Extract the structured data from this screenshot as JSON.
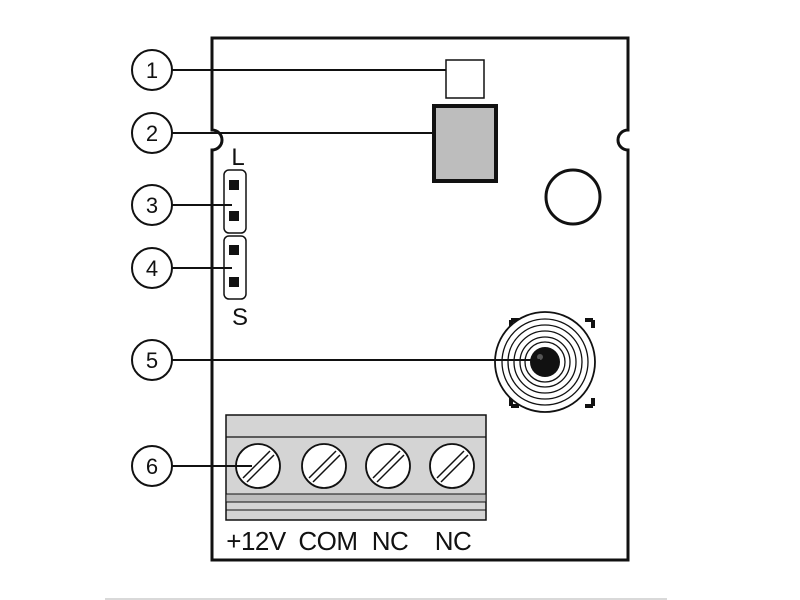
{
  "callouts": [
    {
      "number": "1",
      "target": "small-square-component"
    },
    {
      "number": "2",
      "target": "gray-square-component"
    },
    {
      "number": "3",
      "target": "jumper-upper-pins"
    },
    {
      "number": "4",
      "target": "jumper-lower-pins"
    },
    {
      "number": "5",
      "target": "coil-sensor"
    },
    {
      "number": "6",
      "target": "terminal-block"
    }
  ],
  "jumper": {
    "top_label": "L",
    "bottom_label": "S"
  },
  "terminals": [
    "+12V",
    "COM",
    "NC",
    "NC"
  ],
  "colors": {
    "outline": "#111111",
    "component_gray": "#bdbdbd",
    "terminal_block": "#d4d4d4",
    "terminal_strip": "#bdbdbd",
    "screw_fill": "#ffffff",
    "separator": "#d9d9d9"
  }
}
